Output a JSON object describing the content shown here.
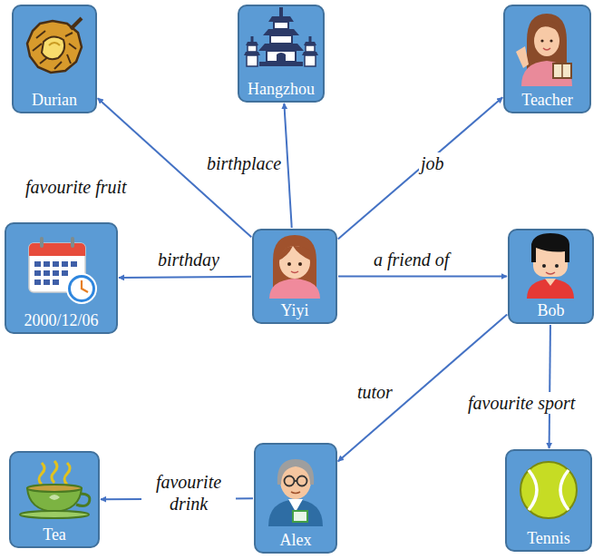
{
  "diagram": {
    "nodes": [
      {
        "text": [
          "Durian"
        ]
      },
      {
        "text": [
          "Hangzhou"
        ]
      },
      {
        "text": [
          "Teacher"
        ]
      },
      {
        "text": [
          "2000/12/06"
        ]
      },
      {
        "text": [
          "Yiyi"
        ]
      },
      {
        "text": [
          "Bob"
        ]
      },
      {
        "text": [
          "Tea"
        ]
      },
      {
        "text": [
          "Alex"
        ]
      },
      {
        "text": [
          "Tennis"
        ]
      }
    ],
    "edges": [
      {
        "from": 4,
        "to": 0,
        "label": "favourite fruit",
        "arrow": "to"
      },
      {
        "from": 4,
        "to": 1,
        "label": "birthplace",
        "arrow": "to"
      },
      {
        "from": 4,
        "to": 2,
        "label": "job",
        "arrow": "to"
      },
      {
        "from": 4,
        "to": 3,
        "label": "birthday",
        "arrow": "to"
      },
      {
        "from": 4,
        "to": 5,
        "label": "a friend of",
        "arrow": "to"
      },
      {
        "from": 5,
        "to": 7,
        "label": "tutor",
        "arrow": "to"
      },
      {
        "from": 5,
        "to": 8,
        "label": "favourite sport",
        "arrow": "to"
      },
      {
        "from": 7,
        "to": 6,
        "label": "favourite drink",
        "arrow": "to"
      }
    ]
  }
}
